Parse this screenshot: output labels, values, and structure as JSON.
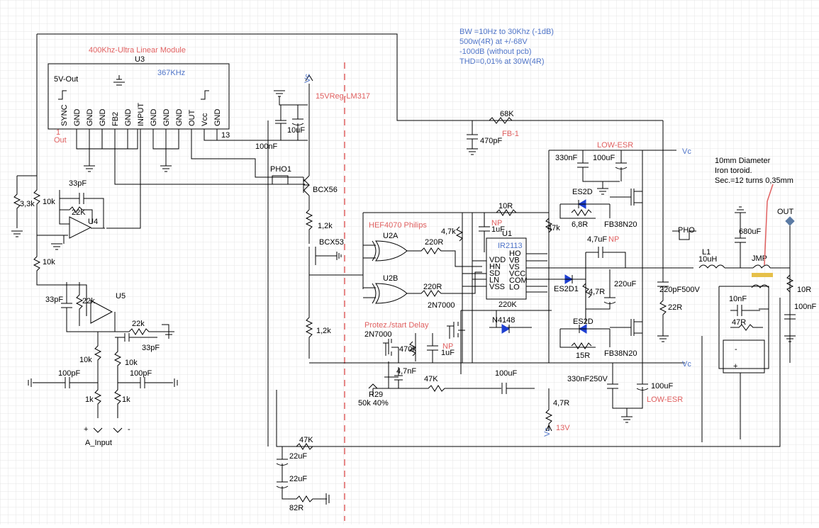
{
  "module": {
    "title": "400Khz-Ultra Linear Module",
    "ref": "U3",
    "freq": "367KHz",
    "out5v": "5V-Out",
    "pins": [
      "SYNC",
      "GND",
      "GND",
      "GND",
      "FB2",
      "GND",
      "INPUT",
      "GND",
      "GND",
      "GND",
      "OUT",
      "Vcc",
      "GND"
    ],
    "pin1": "1",
    "pin1_label": "Out",
    "pin13": "13"
  },
  "specs": [
    "BW =10Hz to 30Khz (-1dB)",
    "500w(4R) at +/-68V",
    "-100dB (without pcb)",
    "THD=0,01% at 30W(4R)"
  ],
  "toroid": [
    "10mm Diameter",
    "Iron toroid.",
    "Sec.=12 turns 0,35mm"
  ],
  "regulator": {
    "vc": "Vc",
    "label": "15VReg-LM317",
    "c1": "100nF",
    "c2": "10uF"
  },
  "fb": {
    "r": "68K",
    "label": "FB-1",
    "c": "470pF"
  },
  "pho1": "PHO1",
  "pho": "PHO",
  "transistors": {
    "q1": "BCX56",
    "q2": "BCX53",
    "r1": "1,2k",
    "r2": "1,2k"
  },
  "hef": "HEF4070 Philips",
  "gates": {
    "a": "U2A",
    "b": "U2B",
    "ra": "220R",
    "rb": "220R"
  },
  "driver": {
    "ref": "U1",
    "name": "IR2113",
    "pins_left": [
      "VDD",
      "HN",
      "SD",
      "LN",
      "VSS"
    ],
    "pins_right": [
      "HO",
      "VB",
      "VS",
      "VCC",
      "COM",
      "LO"
    ]
  },
  "labels": {
    "r10r": "10R",
    "r47k_a": "4,7k",
    "np1": "NP",
    "c1uf": "1uF",
    "r47k": "47k",
    "c330nf": "330nF",
    "c100uf": "100uF",
    "lowesr1": "LOW-ESR",
    "vc1": "Vc",
    "es2d_top": "ES2D",
    "r68r": "6,8R",
    "fb38_top": "FB38N20",
    "c47uf": "4,7uF",
    "np2": "NP",
    "es2d1": "ES2D1",
    "r47r": "4,7R",
    "c220uf": "220uF",
    "r220k": "220K",
    "n4148": "N4148",
    "n7000a": "2N7000",
    "protez": "Protez./start Delay",
    "n7000b": "2N7000",
    "r470k": "470k",
    "np3": "NP",
    "c1uf_b": "1uF",
    "c47nf": "4,7nF",
    "r29": "R29",
    "r29val": "50k 40%",
    "r47k_b": "47K",
    "c100uf_b": "100uF",
    "r47r_b": "4,7R",
    "v13": "13V",
    "vc_low": "Vc",
    "es2d_bot": "ES2D",
    "r15r": "15R",
    "fb38_bot": "FB38N20",
    "c330nf250": "330nF250V",
    "c100uf_c": "100uF",
    "lowesr2": "LOW-ESR",
    "vc2": "Vc",
    "c220pf": "220pF500V",
    "r22r": "22R",
    "l1": "L1",
    "l1val": "10uH",
    "c680uf": "680uF",
    "jmp": "JMP",
    "out": "OUT",
    "r10r_out": "10R",
    "c100nf_out": "100nF",
    "c10nf": "10nF",
    "r47r_net": "47R",
    "c33pf_a": "33pF",
    "r22k_a": "22K",
    "u4": "U4",
    "r33k": "3,3k",
    "r10k_a": "10k",
    "r10k_b": "10k",
    "c33pf_b": "33pF",
    "r22k_b": "22k",
    "u5": "U5",
    "r22k_c": "22k",
    "c33pf_c": "33pF",
    "r10k_c": "10k",
    "r10k_d": "10k",
    "c100pf_a": "100pF",
    "c100pf_b": "100pF",
    "r1k_a": "1k",
    "r1k_b": "1k",
    "plus": "+",
    "minus": "-",
    "ainput": "A_Input",
    "r47k_fb": "47K",
    "c22uf_a": "22uF",
    "c22uf_b": "22uF",
    "r82r": "82R",
    "bat_minus": "-",
    "bat_plus": "+"
  }
}
